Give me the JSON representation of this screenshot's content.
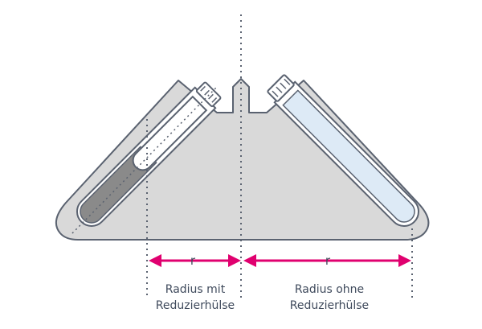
{
  "labels": {
    "r_left": "r",
    "r_right": "r",
    "radius_with_sleeve_line1": "Radius mit",
    "radius_with_sleeve_line2": "Reduzierhülse",
    "radius_without_sleeve_line1": "Radius ohne",
    "radius_without_sleeve_line2": "Reduzierhülse"
  },
  "colors": {
    "arrow": "#e0006f",
    "rotor_fill": "#d9d9d9",
    "outline": "#5a6270",
    "tube_glass": "#ddeaf6",
    "tube_liquid_dark": "#8a8a8a",
    "sleeve_inner": "#ffffff"
  }
}
